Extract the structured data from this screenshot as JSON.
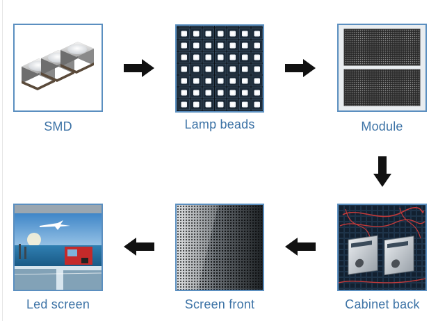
{
  "steps": [
    {
      "label": "SMD"
    },
    {
      "label": "Lamp beads"
    },
    {
      "label": "Module"
    },
    {
      "label": "Cabinet back"
    },
    {
      "label": "Screen front"
    },
    {
      "label": "Led screen"
    }
  ],
  "colors": {
    "frame_border": "#5b8fc0",
    "label_text": "#3d73a6",
    "arrow_fill": "#111111"
  },
  "icons": {
    "arrow_right": "arrow-right-icon",
    "arrow_down": "arrow-down-icon",
    "arrow_left": "arrow-left-icon"
  }
}
